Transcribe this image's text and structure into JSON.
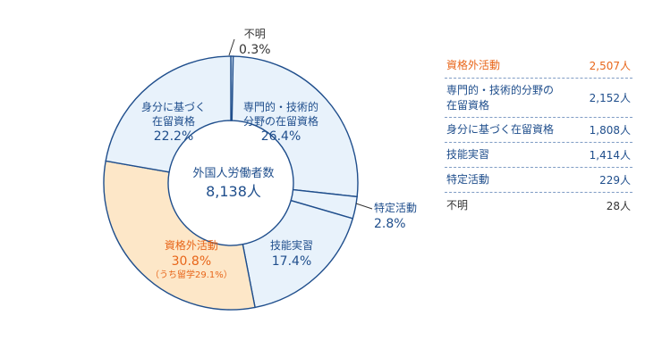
{
  "chart_data": {
    "type": "pie",
    "center_title": "外国人労働者数",
    "center_total": "8,138人",
    "slices": [
      {
        "name": "不明",
        "value": 0.3,
        "value_label": "0.3%",
        "color": "#333333"
      },
      {
        "name": "専門的・技術的分野の在留資格",
        "name_lines": [
          "専門的・技術的",
          "分野の在留資格"
        ],
        "value": 26.4,
        "value_label": "26.4%",
        "color": "#e8f2fb"
      },
      {
        "name": "特定活動",
        "value": 2.8,
        "value_label": "2.8%",
        "color": "#e8f2fb"
      },
      {
        "name": "技能実習",
        "value": 17.4,
        "value_label": "17.4%",
        "color": "#e8f2fb"
      },
      {
        "name": "資格外活動",
        "value": 30.8,
        "value_label": "30.8%",
        "sub_label": "（うち留学29.1%）",
        "color": "#fde7c8"
      },
      {
        "name": "身分に基づく在留資格",
        "name_lines": [
          "身分に基づく",
          "在留資格"
        ],
        "value": 22.2,
        "value_label": "22.2%",
        "color": "#e8f2fb"
      }
    ],
    "start_angle_deg": 0,
    "direction": "clockwise"
  },
  "legend": [
    {
      "lines": [
        "資格外活動"
      ],
      "count": "2,507人",
      "style": "orange"
    },
    {
      "lines": [
        "専門的・技術的分野の",
        "在留資格"
      ],
      "count": "2,152人",
      "style": "blue"
    },
    {
      "lines": [
        "身分に基づく在留資格"
      ],
      "count": "1,808人",
      "style": "blue"
    },
    {
      "lines": [
        "技能実習"
      ],
      "count": "1,414人",
      "style": "blue"
    },
    {
      "lines": [
        "特定活動"
      ],
      "count": "229人",
      "style": "blue"
    },
    {
      "lines": [
        "不明"
      ],
      "count": "28人",
      "style": "plain"
    }
  ],
  "colors": {
    "stroke": "#1f4e8c",
    "accent": "#e8661a",
    "fill_light": "#e8f2fb",
    "fill_orange": "#fde7c8"
  }
}
